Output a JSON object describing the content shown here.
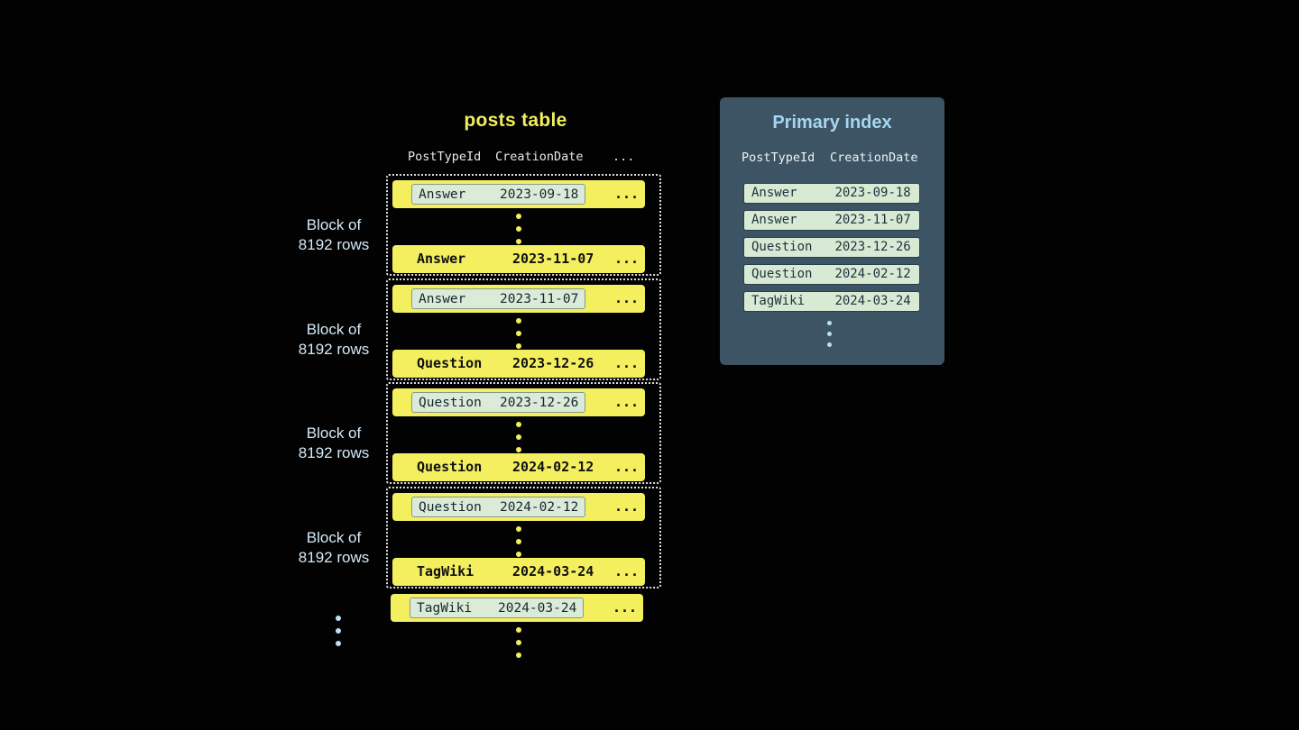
{
  "posts_table": {
    "title": "posts table",
    "headers": [
      "PostTypeId",
      "CreationDate",
      "..."
    ],
    "blocks": [
      {
        "label_line1": "Block of",
        "label_line2": "8192 rows",
        "first": {
          "post_type": "Answer",
          "date": "2023-09-18",
          "more": "..."
        },
        "last": {
          "post_type": "Answer",
          "date": "2023-11-07",
          "more": "..."
        }
      },
      {
        "label_line1": "Block of",
        "label_line2": "8192 rows",
        "first": {
          "post_type": "Answer",
          "date": "2023-11-07",
          "more": "..."
        },
        "last": {
          "post_type": "Question",
          "date": "2023-12-26",
          "more": "..."
        }
      },
      {
        "label_line1": "Block of",
        "label_line2": "8192 rows",
        "first": {
          "post_type": "Question",
          "date": "2023-12-26",
          "more": "..."
        },
        "last": {
          "post_type": "Question",
          "date": "2024-02-12",
          "more": "..."
        }
      },
      {
        "label_line1": "Block of",
        "label_line2": "8192 rows",
        "first": {
          "post_type": "Question",
          "date": "2024-02-12",
          "more": "..."
        },
        "last": {
          "post_type": "TagWiki",
          "date": "2024-03-24",
          "more": "..."
        }
      }
    ],
    "trailing_row": {
      "post_type": "TagWiki",
      "date": "2024-03-24",
      "more": "..."
    }
  },
  "primary_index": {
    "title": "Primary index",
    "headers": [
      "PostTypeId",
      "CreationDate"
    ],
    "rows": [
      {
        "post_type": "Answer",
        "date": "2023-09-18"
      },
      {
        "post_type": "Answer",
        "date": "2023-11-07"
      },
      {
        "post_type": "Question",
        "date": "2023-12-26"
      },
      {
        "post_type": "Question",
        "date": "2024-02-12"
      },
      {
        "post_type": "TagWiki",
        "date": "2024-03-24"
      }
    ]
  },
  "icons": {
    "vertical_ellipsis": "vertical-ellipsis"
  },
  "colors": {
    "background": "#020202",
    "row_yellow": "#f3ef5f",
    "highlight_mint": "#dcebd8",
    "panel_slate": "#3c5463",
    "index_row_mint": "#d8ead3",
    "title_yellow": "#f1ed5f",
    "title_blue": "#a6d6f0",
    "label_blue": "#d4eaf9",
    "dot_blue": "#b9e0f5",
    "dotted_border": "#dedede"
  }
}
